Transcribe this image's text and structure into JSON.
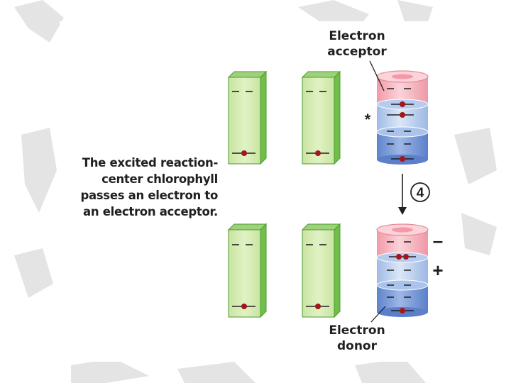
{
  "caption": "The excited reaction-center chlorophyll passes an electron to an electron acceptor.",
  "labels": {
    "acceptor_line1": "Electron",
    "acceptor_line2": "acceptor",
    "donor_line1": "Electron",
    "donor_line2": "donor"
  },
  "symbols": {
    "excited_marker": "*",
    "step_number": "4",
    "negative_charge": "–",
    "positive_charge": "+"
  },
  "colors": {
    "chlorophyll_fill": "#d4ebb0",
    "chlorophyll_side": "#6fbf4a",
    "chlorophyll_top": "#9ed27a",
    "acceptor_band": "#f4b3bc",
    "middle_band": "#b9d0ec",
    "donor_band": "#7d9fd6",
    "electron": "#a4161a"
  }
}
